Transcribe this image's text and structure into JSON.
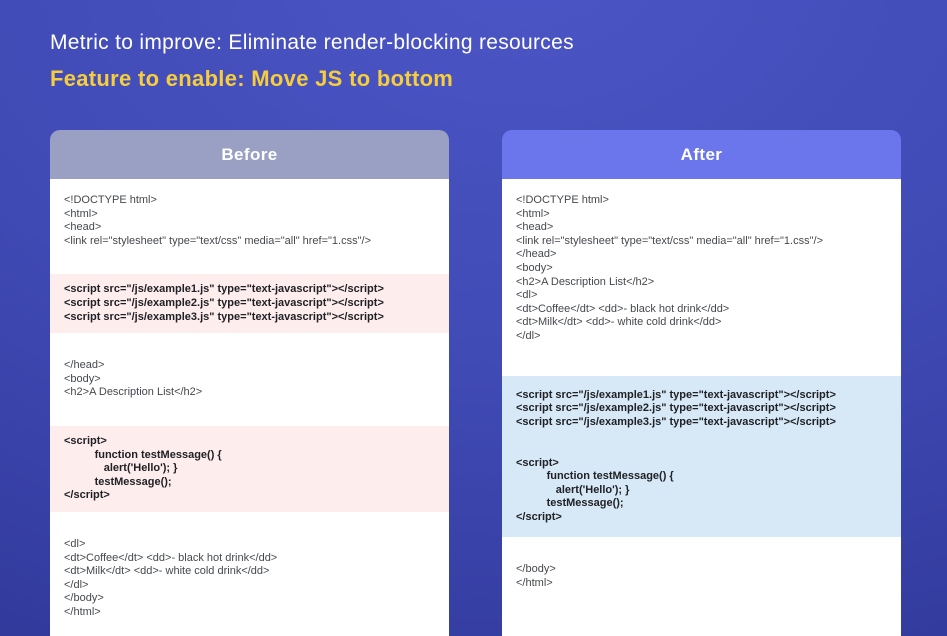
{
  "title": {
    "metric": "Metric to improve: Eliminate render-blocking resources",
    "feature": "Feature to enable: Move JS to bottom"
  },
  "colors": {
    "background_top": "#4b55c5",
    "background_bottom": "#2d3594",
    "metric_text": "#ffffff",
    "feature_text": "#f6cd3c",
    "before_header_bg": "#9aa0c4",
    "after_header_bg": "#6b76ed",
    "header_text": "#ffffff",
    "card_bg": "#ffffff",
    "code_text": "#45484e",
    "code_bold_text": "#202126",
    "highlight_red_bg": "#fdedec",
    "highlight_blue_bg": "#d7e9f6"
  },
  "panels": [
    {
      "id": "before",
      "title": "Before",
      "blocks": [
        {
          "style": "plain",
          "lines": [
            "<!DOCTYPE html>",
            "<html>",
            "<head>",
            "<link rel=\"stylesheet\" type=\"text/css\" media=\"all\" href=\"1.css\"/>"
          ]
        },
        {
          "style": "red",
          "lines": [
            "<script src=\"/js/example1.js\" type=\"text-javascript\"></script>",
            "<script src=\"/js/example2.js\" type=\"text-javascript\"></script>",
            "<script src=\"/js/example3.js\" type=\"text-javascript\"></script>"
          ]
        },
        {
          "style": "plain",
          "lines": [
            "</head>",
            "<body>",
            "<h2>A Description List</h2>"
          ]
        },
        {
          "style": "red",
          "lines": [
            "<script>",
            "          function testMessage() {",
            "             alert('Hello'); }",
            "          testMessage();",
            "</script>"
          ]
        },
        {
          "style": "plain",
          "lines": [
            "<dl>",
            "<dt>Coffee</dt> <dd>- black hot drink</dd>",
            "<dt>Milk</dt> <dd>- white cold drink</dd>",
            "</dl>",
            "</body>",
            "</html>"
          ]
        }
      ]
    },
    {
      "id": "after",
      "title": "After",
      "blocks": [
        {
          "style": "plain",
          "lines": [
            "<!DOCTYPE html>",
            "<html>",
            "<head>",
            "<link rel=\"stylesheet\" type=\"text/css\" media=\"all\" href=\"1.css\"/>",
            "</head>",
            "<body>",
            "<h2>A Description List</h2>",
            "<dl>",
            "<dt>Coffee</dt> <dd>- black hot drink</dd>",
            "<dt>Milk</dt> <dd>- white cold drink</dd>",
            "</dl>"
          ]
        },
        {
          "style": "blue",
          "lines": [
            "<script src=\"/js/example1.js\" type=\"text-javascript\"></script>",
            "<script src=\"/js/example2.js\" type=\"text-javascript\"></script>",
            "<script src=\"/js/example3.js\" type=\"text-javascript\"></script>",
            "",
            "",
            "<script>",
            "          function testMessage() {",
            "             alert('Hello'); }",
            "          testMessage();",
            "</script>"
          ]
        },
        {
          "style": "plain",
          "lines": [
            "</body>",
            "</html>"
          ]
        }
      ]
    }
  ]
}
